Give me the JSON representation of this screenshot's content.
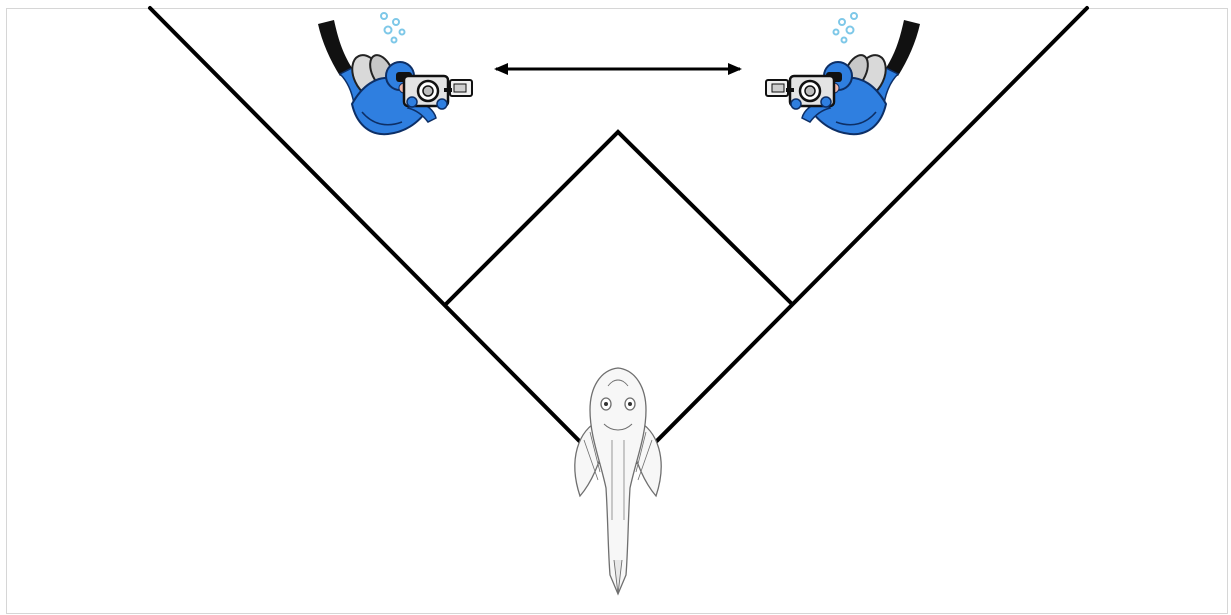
{
  "diagram": {
    "line_color": "#000000",
    "diver_suit_color": "#2f7fe0",
    "diver_dark_color": "#0d2f66",
    "tank_color": "#d9d9d9",
    "bubble_color": "#7ec8e8",
    "fish_outline_color": "#6f6f6f",
    "elements": [
      "diver-photographer-left",
      "diver-photographer-right",
      "double-headed-arrow",
      "field-of-view-lines",
      "overlap-square",
      "fish"
    ]
  }
}
